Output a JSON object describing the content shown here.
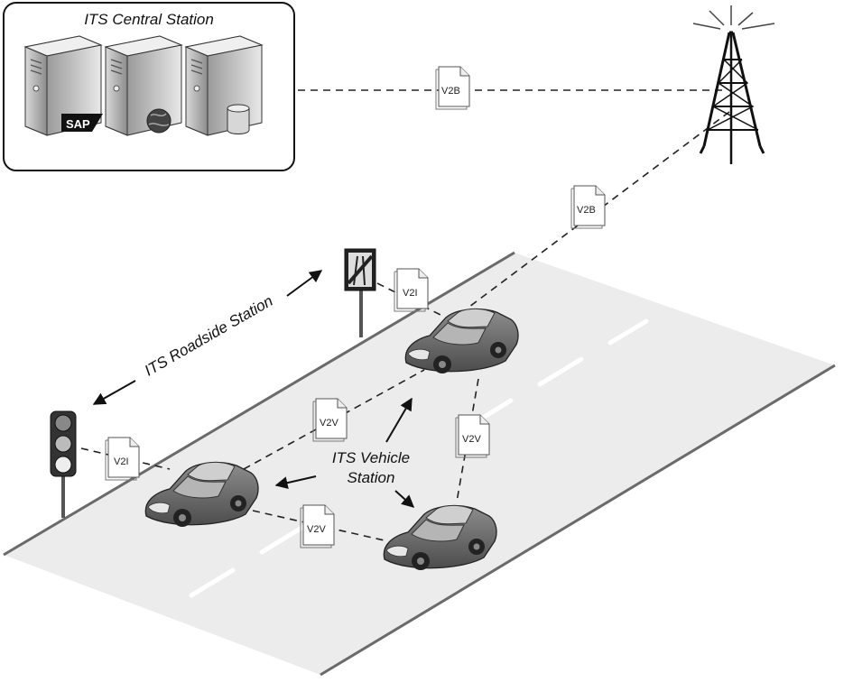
{
  "central_station": {
    "title": "ITS Central Station",
    "sap_logo_text": "SAP"
  },
  "roadside_station": {
    "label": "ITS Roadside Station"
  },
  "vehicle_station": {
    "label_line1": "ITS Vehicle",
    "label_line2": "Station"
  },
  "messages": {
    "v2b": "V2B",
    "v2i": "V2I",
    "v2v": "V2V"
  }
}
